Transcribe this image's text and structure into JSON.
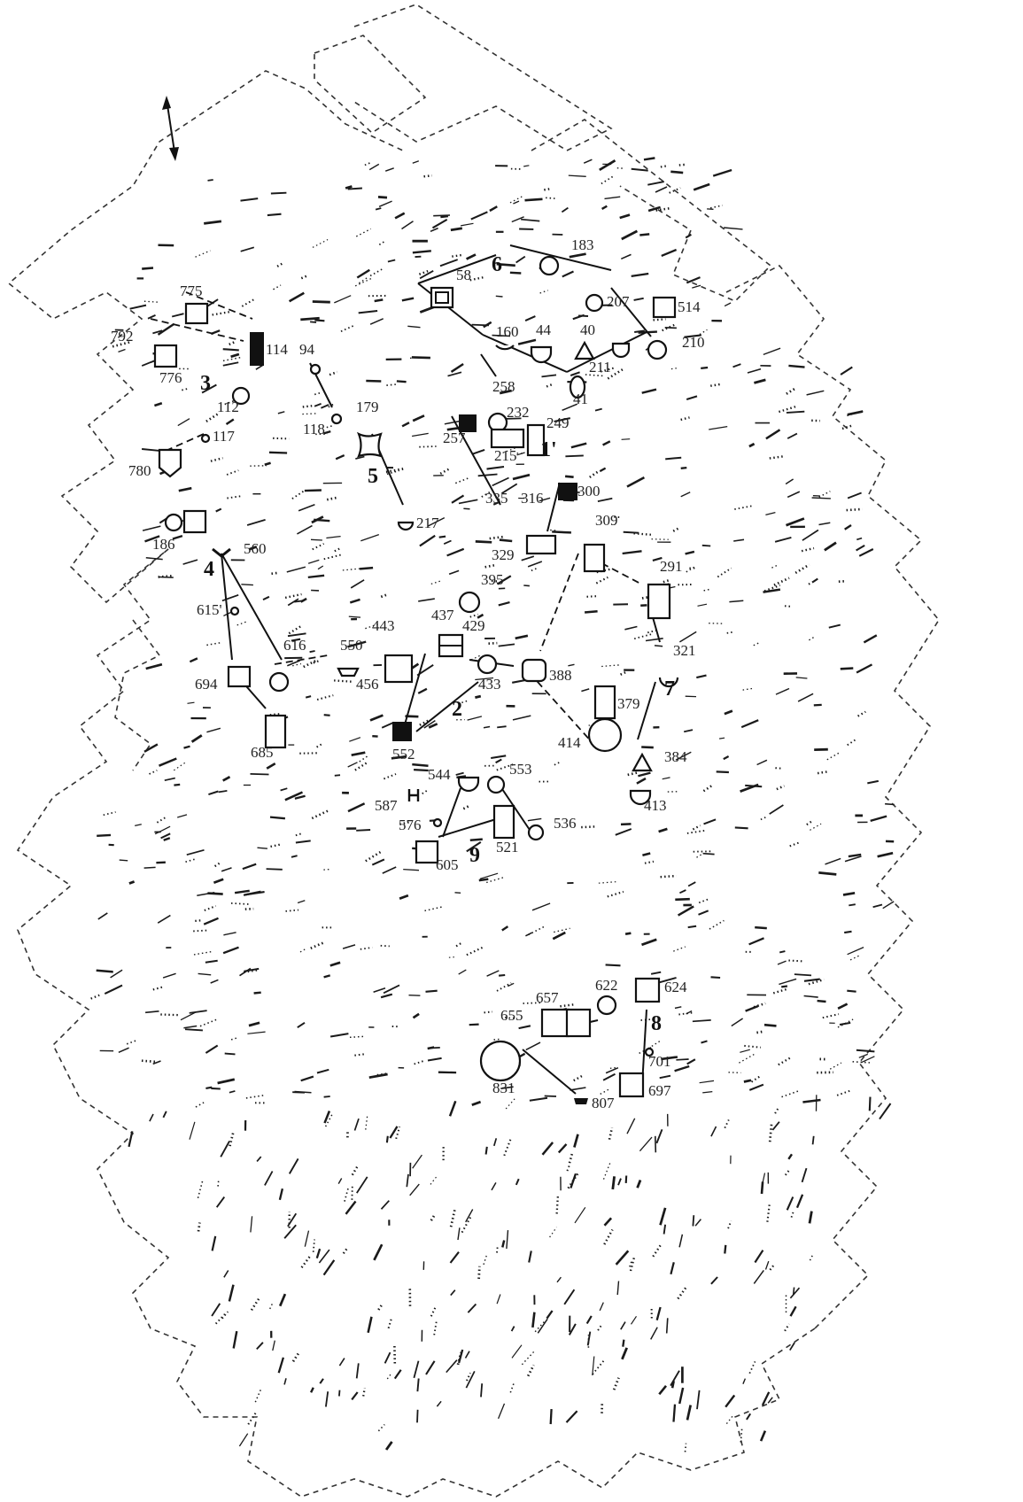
{
  "labels": {
    "l183": "183",
    "l58": "58",
    "l207": "207",
    "l514": "514",
    "l160": "160",
    "l44": "44",
    "l40": "40",
    "l210": "210",
    "l211": "211",
    "l258": "258",
    "l41": "41",
    "l232": "232",
    "l249": "249",
    "l257": "257",
    "l215": "215",
    "l300": "300",
    "l335": "335",
    "l316": "316",
    "l309": "309",
    "l329": "329",
    "l291": "291",
    "l395": "395",
    "l775": "775",
    "l792": "792",
    "l114": "114",
    "l94": "94",
    "l776": "776",
    "l112": "112",
    "l118": "118",
    "l179": "179",
    "l117": "117",
    "l780": "780",
    "l217": "217",
    "l186": "186",
    "l560": "560",
    "l615": "615'",
    "l616": "616",
    "l550": "550",
    "l443": "443",
    "l437": "437",
    "l429": "429",
    "l694": "694",
    "l456": "456",
    "l433": "433",
    "l388": "388",
    "l321": "321",
    "l379": "379",
    "l685": "685",
    "l552": "552",
    "l414": "414",
    "l384": "384",
    "l544": "544",
    "l553": "553",
    "l413": "413",
    "l587": "587",
    "l576": "576",
    "l536": "536",
    "l521": "521",
    "l605": "605",
    "l622": "622",
    "l624": "624",
    "l657": "657",
    "l655": "655",
    "l701": "701",
    "l697": "697",
    "l831": "831",
    "l807": "807"
  },
  "groups": {
    "g1": "1'",
    "g2": "2",
    "g3": "3",
    "g4": "4",
    "g5": "5",
    "g6": "6",
    "g7": "7",
    "g8": "8",
    "g9": "9"
  },
  "icons": {
    "north_arrow": "north-arrow-icon"
  }
}
